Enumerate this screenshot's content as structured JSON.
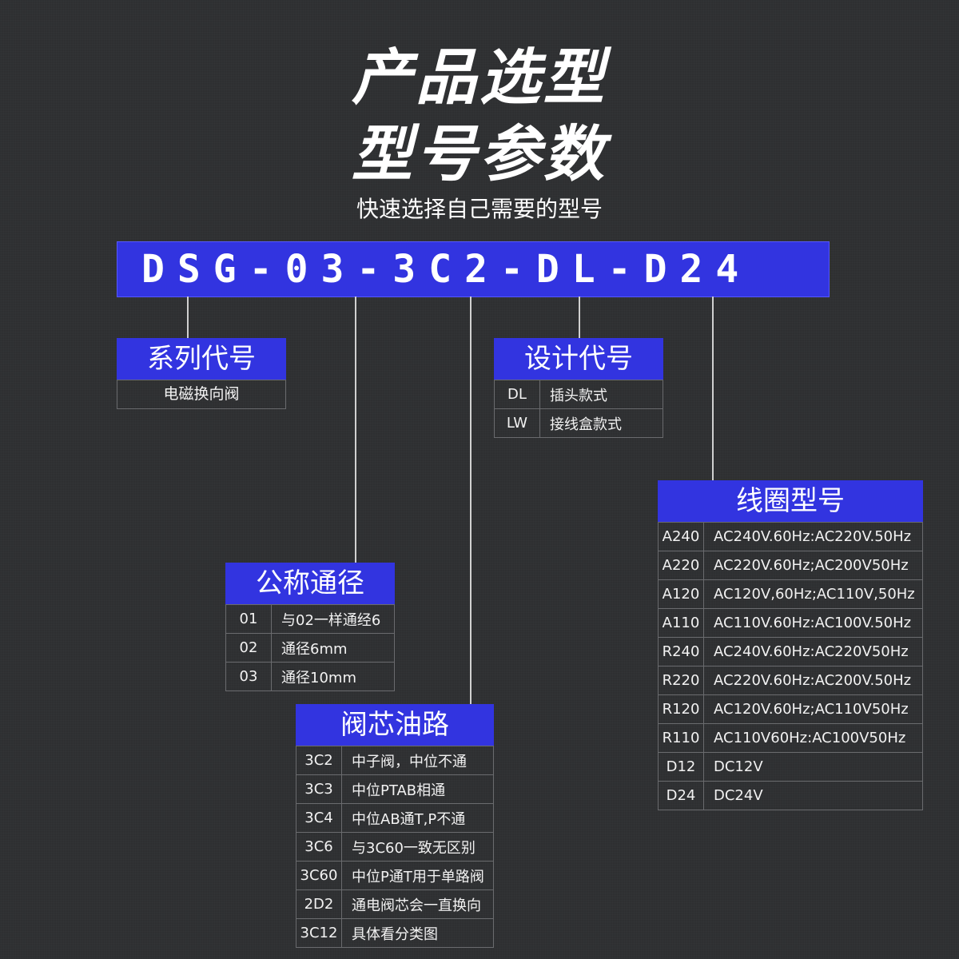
{
  "title_line1": "产品选型",
  "title_line2": "型号参数",
  "subtitle": "快速选择自己需要的型号",
  "model_code": "DSG-03-3C2-DL-D24",
  "series": {
    "header": "系列代号",
    "value": "电磁换向阀"
  },
  "design": {
    "header": "设计代号",
    "rows": [
      {
        "code": "DL",
        "desc": "插头款式"
      },
      {
        "code": "LW",
        "desc": "接线盒款式"
      }
    ]
  },
  "coil": {
    "header": "线圈型号",
    "rows": [
      {
        "code": "A240",
        "desc": "AC240V.60Hz:AC220V.50Hz"
      },
      {
        "code": "A220",
        "desc": "AC220V.60Hz;AC200V50Hz"
      },
      {
        "code": "A120",
        "desc": "AC120V,60Hz;AC110V,50Hz"
      },
      {
        "code": "A110",
        "desc": "AC110V.60Hz:AC100V.50Hz"
      },
      {
        "code": "R240",
        "desc": "AC240V.60Hz:AC220V50Hz"
      },
      {
        "code": "R220",
        "desc": "AC220V.60Hz:AC200V.50Hz"
      },
      {
        "code": "R120",
        "desc": "AC120V.60Hz;AC110V50Hz"
      },
      {
        "code": "R110",
        "desc": "AC110V60Hz:AC100V50Hz"
      },
      {
        "code": "D12",
        "desc": "DC12V"
      },
      {
        "code": "D24",
        "desc": "DC24V"
      }
    ]
  },
  "nominal": {
    "header": "公称通径",
    "rows": [
      {
        "code": "01",
        "desc": "与02一样通经6"
      },
      {
        "code": "02",
        "desc": "通径6mm"
      },
      {
        "code": "03",
        "desc": "通径10mm"
      }
    ]
  },
  "spool": {
    "header": "阀芯油路",
    "rows": [
      {
        "code": "3C2",
        "desc": "中子阀，中位不通"
      },
      {
        "code": "3C3",
        "desc": "中位PTAB相通"
      },
      {
        "code": "3C4",
        "desc": "中位AB通T,P不通"
      },
      {
        "code": "3C6",
        "desc": "与3C60一致无区别"
      },
      {
        "code": "3C60",
        "desc": "中位P通T用于单路阀"
      },
      {
        "code": "2D2",
        "desc": "通电阀芯会一直换向"
      },
      {
        "code": "3C12",
        "desc": "具体看分类图"
      }
    ]
  }
}
